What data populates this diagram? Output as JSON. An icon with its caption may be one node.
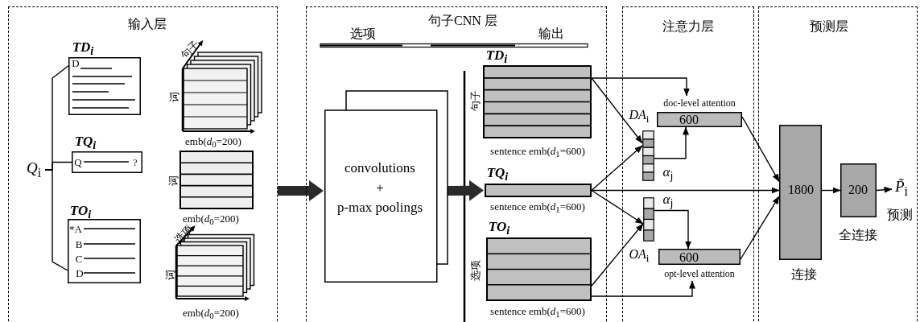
{
  "diagram": {
    "nodes": [
      {
        "text": [
          "输入层"
        ]
      },
      {
        "text": [
          "*Q*$_{i}$"
        ],
        "in": 0
      },
      {
        "text": [
          "**TD**$_{i}$",
          "D"
        ],
        "in": 0
      },
      {
        "text": [
          "**TQ**$_{i}$",
          "Q",
          "?"
        ],
        "in": 0
      },
      {
        "text": [
          "**TO**$_{i}$",
          "*A",
          "B",
          "C",
          "D"
        ],
        "in": 0
      },
      {
        "text": [
          "句子",
          "词"
        ],
        "beside": [
          "emb(*d*$_{0}$=200)"
        ],
        "in": 0
      },
      {
        "text": [
          "词"
        ],
        "beside": [
          "emb(*d*$_{0}$=200)"
        ],
        "in": 0
      },
      {
        "text": [
          "选项",
          "词"
        ],
        "beside": [
          "emb(*d*$_{0}$=200)"
        ],
        "in": 0
      },
      {
        "text": [
          "句子CNN 层"
        ]
      },
      {
        "text": [
          "convolutions + p-max poolings"
        ],
        "in": 8
      },
      {
        "text": [
          "**TD**$_{i}$",
          "句子"
        ],
        "beside": [
          "sentence emb(*d*$_{1}$=600)"
        ],
        "in": 8
      },
      {
        "text": [
          "**TQ**$_{i}$"
        ],
        "beside": [
          "sentence emb(*d*$_{1}$=600)"
        ],
        "in": 8
      },
      {
        "text": [
          "**TO**$_{i}$",
          "选项"
        ],
        "beside": [
          "sentence emb(*d*$_{1}$=600)"
        ],
        "in": 8
      },
      {
        "text": [
          "注意力层"
        ]
      },
      {
        "text": [],
        "shape": "bar",
        "beside": [
          "*α*$_{j}$"
        ],
        "in": 13
      },
      {
        "text": [
          "*DA*$_{i}$",
          "600"
        ],
        "beside": [
          "doc-level attention"
        ],
        "in": 13
      },
      {
        "text": [],
        "shape": "bar",
        "beside": [
          "*α*$_{j}$"
        ],
        "in": 13
      },
      {
        "text": [
          "*OA*$_{i}$",
          "600"
        ],
        "beside": [
          "opt-level attention"
        ],
        "in": 13
      },
      {
        "text": [
          "预测层"
        ]
      },
      {
        "text": [
          "1800"
        ],
        "beside": [
          "连接"
        ],
        "in": 18
      },
      {
        "text": [
          "200"
        ],
        "beside": [
          "全连接"
        ],
        "in": 18
      },
      {
        "text": [
          "*P̃*$_{i}$"
        ],
        "beside": [
          "预测"
        ],
        "in": 18
      }
    ],
    "edges": [
      {
        "from": 1,
        "to": 2,
        "arrow": "none"
      },
      {
        "from": 1,
        "to": 3,
        "arrow": "none"
      },
      {
        "from": 1,
        "to": 4,
        "arrow": "none"
      },
      {
        "from": 0,
        "to": 9,
        "arrow": "to",
        "style": "thick"
      },
      {
        "from": 9,
        "to": 11,
        "arrow": "to",
        "style": "thick"
      },
      {
        "from": 10,
        "to": 15,
        "arrow": "to"
      },
      {
        "from": 10,
        "to": 14,
        "arrow": "to"
      },
      {
        "from": 11,
        "to": 14,
        "arrow": "to"
      },
      {
        "from": 11,
        "to": 16,
        "arrow": "to"
      },
      {
        "from": 11,
        "to": 19,
        "arrow": "to"
      },
      {
        "from": 12,
        "to": 16,
        "arrow": "to"
      },
      {
        "from": 12,
        "to": 17,
        "arrow": "to"
      },
      {
        "from": 14,
        "to": 15,
        "arrow": "to"
      },
      {
        "from": 16,
        "to": 17,
        "arrow": "to"
      },
      {
        "from": 15,
        "to": 19,
        "arrow": "to"
      },
      {
        "from": 17,
        "to": 19,
        "arrow": "to"
      },
      {
        "from": 19,
        "to": 20,
        "arrow": "to"
      },
      {
        "from": 20,
        "to": 21,
        "arrow": "to"
      }
    ],
    "labels": [
      "选项",
      "输出"
    ]
  }
}
